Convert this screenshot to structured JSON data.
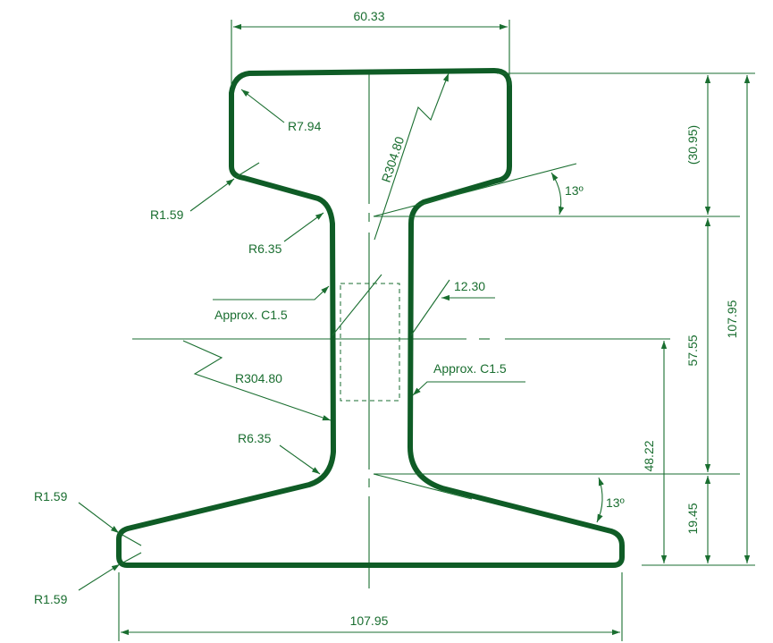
{
  "colors": {
    "profile": "#0f5c26",
    "annotation": "#1a6e30",
    "background": "#ffffff"
  },
  "labels": {
    "head_width": "60.33",
    "head_depth": "(30.95)",
    "overall_height": "107.95",
    "web_height": "57.55",
    "neutral_axis_height": "48.22",
    "base_depth": "19.45",
    "base_width": "107.95",
    "web_thickness": "12.30",
    "head_angle": "13º",
    "base_angle": "13º",
    "r_head_corner": "R7.94",
    "r_head_top": "R304.80",
    "r_web": "R304.80",
    "r_head_under": "R1.59",
    "r_upper_fillet": "R6.35",
    "r_lower_fillet": "R6.35",
    "r_base_top": "R1.59",
    "r_base_bottom": "R1.59",
    "chamfer_left": "Approx. C1.5",
    "chamfer_right": "Approx. C1.5"
  }
}
